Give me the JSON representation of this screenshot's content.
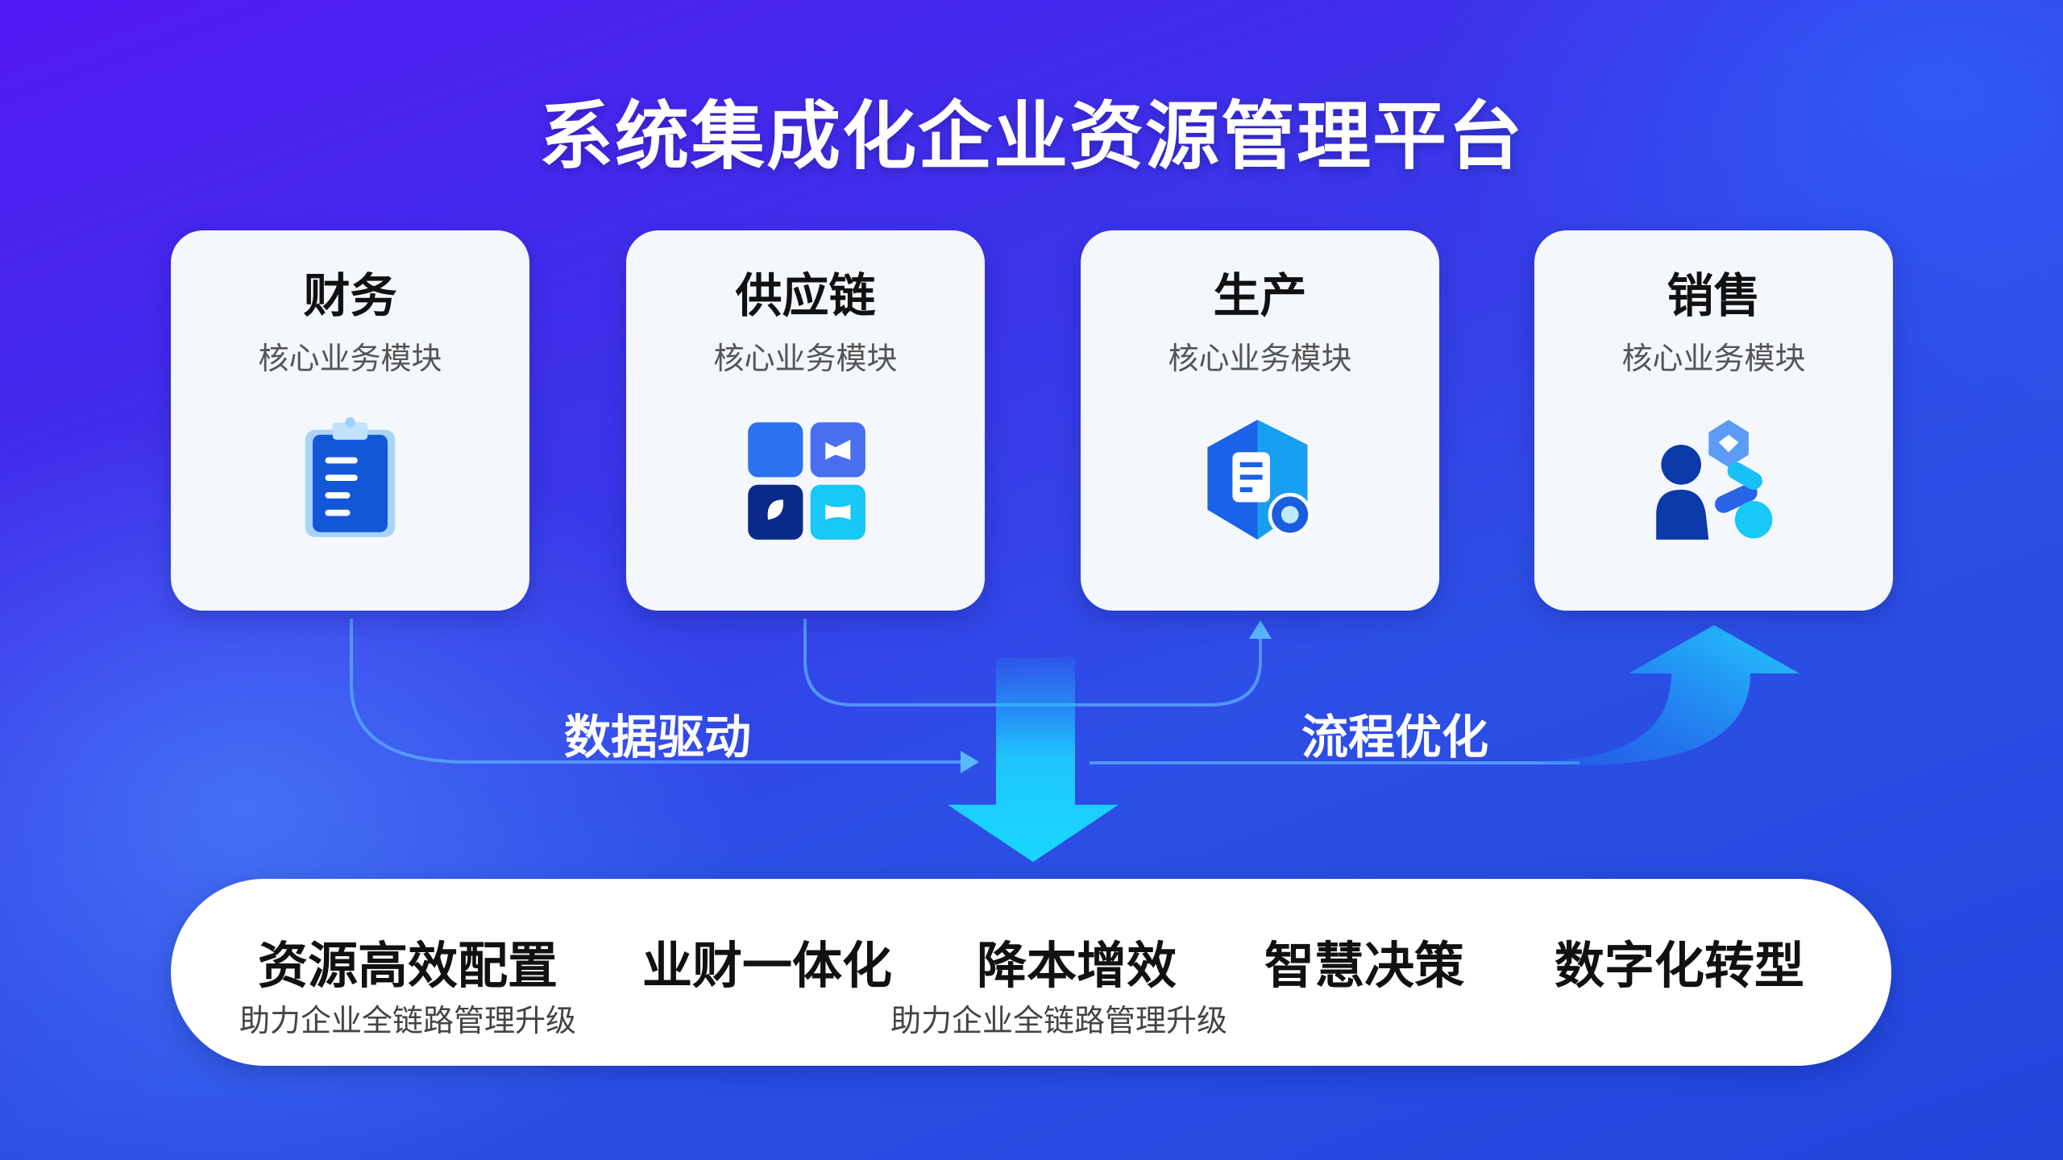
{
  "title": "系统集成化企业资源管理平台",
  "modules": [
    {
      "name": "财务",
      "subtitle": "核心业务模块",
      "icon": "clipboard-icon"
    },
    {
      "name": "供应链",
      "subtitle": "核心业务模块",
      "icon": "grid-blocks-icon"
    },
    {
      "name": "生产",
      "subtitle": "核心业务模块",
      "icon": "document-gear-icon"
    },
    {
      "name": "销售",
      "subtitle": "核心业务模块",
      "icon": "people-cube-icon"
    }
  ],
  "flows": {
    "left": "数据驱动",
    "right": "流程优化"
  },
  "outcomes": {
    "items": [
      "资源高效配置",
      "业财一体化",
      "降本增效",
      "智慧决策",
      "数字化转型"
    ],
    "subtitles": [
      "助力企业全链路管理升级",
      "助力企业全链路管理升级"
    ]
  },
  "colors": {
    "accent": "#1a6ae8",
    "cyan": "#18c8f5",
    "dark": "#0a2a9a"
  }
}
